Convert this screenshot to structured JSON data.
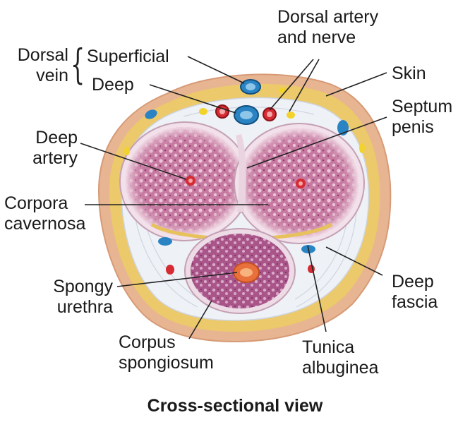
{
  "labels": {
    "dorsal_vein": [
      "Dorsal",
      "vein"
    ],
    "superficial": "Superficial",
    "deep": "Deep",
    "dorsal_artery_nerve": [
      "Dorsal artery",
      "and nerve"
    ],
    "skin": "Skin",
    "septum_penis": [
      "Septum",
      "penis"
    ],
    "deep_artery": [
      "Deep",
      "artery"
    ],
    "corpora_cavernosa": [
      "Corpora",
      "cavernosa"
    ],
    "spongy_urethra": [
      "Spongy",
      "urethra"
    ],
    "deep_fascia": [
      "Deep",
      "fascia"
    ],
    "corpus_spongiosum": [
      "Corpus",
      "spongiosum"
    ],
    "tunica_albuginea": [
      "Tunica",
      "albuginea"
    ]
  },
  "caption": "Cross-sectional view",
  "colors": {
    "skin": "#e8b592",
    "fat": "#ecc96a",
    "fascia": "#edf0f5",
    "erectile": "#b9608e",
    "erectile_light": "#e3b5cd",
    "vein": "#2a84c4",
    "artery": "#d62b33",
    "nerve": "#f2d32c",
    "urethra": "#e8703a"
  }
}
